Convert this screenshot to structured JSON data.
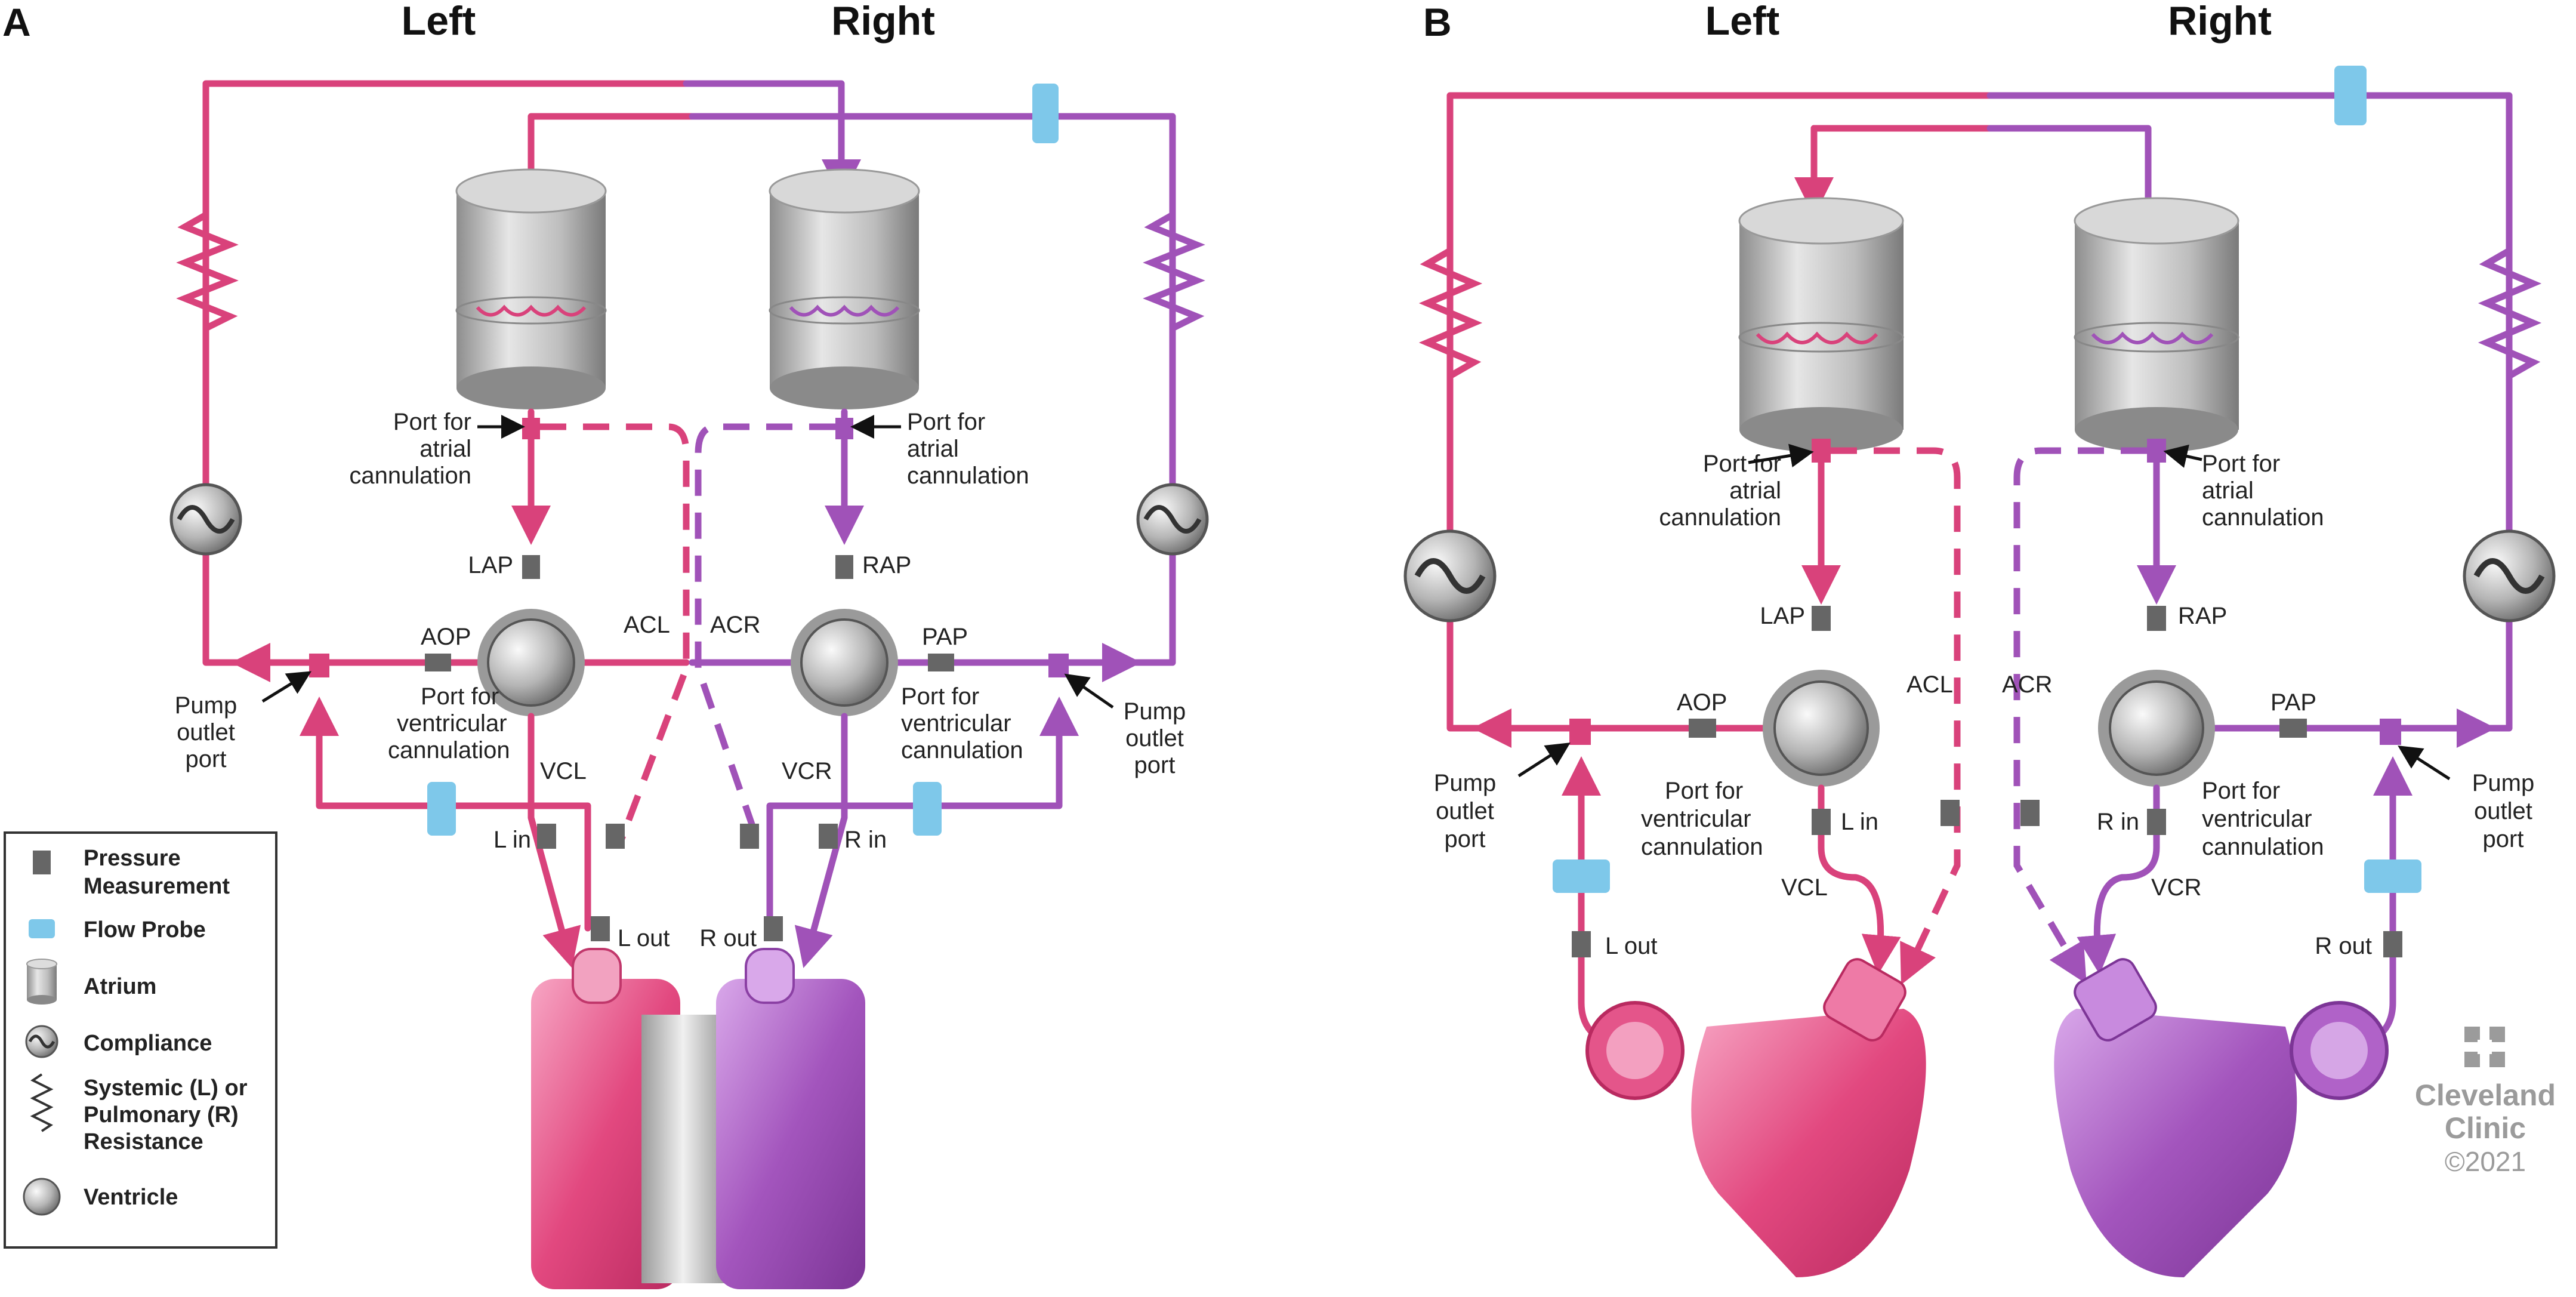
{
  "panels": {
    "a": {
      "letter": "A",
      "left": "Left",
      "right": "Right"
    },
    "b": {
      "letter": "B",
      "left": "Left",
      "right": "Right"
    }
  },
  "labels": {
    "port_atrial_1": "Port for",
    "port_atrial_2": "atrial",
    "port_atrial_3": "cannulation",
    "port_vent_1": "Port for",
    "port_vent_2": "ventricular",
    "port_vent_3": "cannulation",
    "pump_1": "Pump",
    "pump_2": "outlet",
    "pump_3": "port",
    "lap": "LAP",
    "rap": "RAP",
    "aop": "AOP",
    "pap": "PAP",
    "acl": "ACL",
    "acr": "ACR",
    "vcl": "VCL",
    "vcr": "VCR",
    "l_in": "L in",
    "r_in": "R in",
    "l_out": "L out",
    "r_out": "R out"
  },
  "legend": {
    "pressure_1": "Pressure",
    "pressure_2": "Measurement",
    "flow": "Flow Probe",
    "atrium": "Atrium",
    "compliance": "Compliance",
    "res_1": "Systemic (L) or",
    "res_2": "Pulmonary (R)",
    "res_3": "Resistance",
    "ventricle": "Ventricle"
  },
  "brand": {
    "line1": "Cleveland",
    "line2": "Clinic",
    "copyright": "©2021"
  },
  "colors": {
    "left_circuit": "#d9427b",
    "right_circuit": "#a052b8",
    "pressure": "#666666",
    "flow_probe": "#7ec8ea"
  }
}
